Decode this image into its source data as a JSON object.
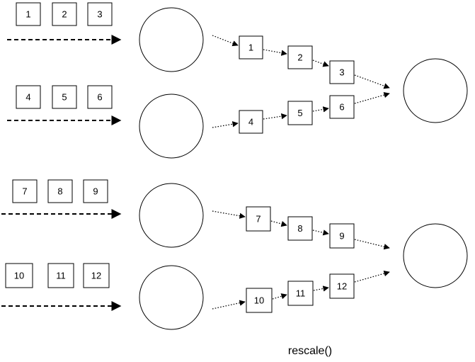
{
  "input_rows": [
    {
      "items": [
        "1",
        "2",
        "3"
      ]
    },
    {
      "items": [
        "4",
        "5",
        "6"
      ]
    },
    {
      "items": [
        "7",
        "8",
        "9"
      ]
    },
    {
      "items": [
        "10",
        "11",
        "12"
      ]
    }
  ],
  "output_chains": [
    {
      "items": [
        "1",
        "2",
        "3"
      ]
    },
    {
      "items": [
        "4",
        "5",
        "6"
      ]
    },
    {
      "items": [
        "7",
        "8",
        "9"
      ]
    },
    {
      "items": [
        "10",
        "11",
        "12"
      ]
    }
  ],
  "caption": "rescale()"
}
